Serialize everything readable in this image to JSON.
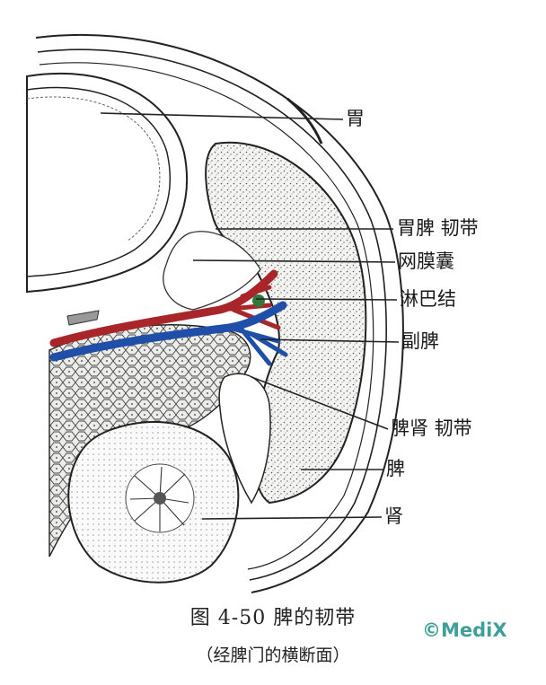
{
  "labels": {
    "stomach": "胃",
    "gastrosplenic_ligament": "胃脾 韧带",
    "omental_bursa": "网膜囊",
    "lymph_node": "淋巴结",
    "accessory_spleen": "副脾",
    "splenorenal_ligament": "脾肾 韧带",
    "spleen": "脾",
    "kidney": "肾"
  },
  "caption": {
    "line1": "图 4-50   脾的韧带",
    "line2": "（经脾门的横断面）"
  },
  "watermark": "©MediX",
  "colors": {
    "artery": "#a8262a",
    "vein": "#1f4fa8",
    "lymph": "#2f7a3a",
    "line": "#222222",
    "watermark": "#3f9f9a"
  }
}
